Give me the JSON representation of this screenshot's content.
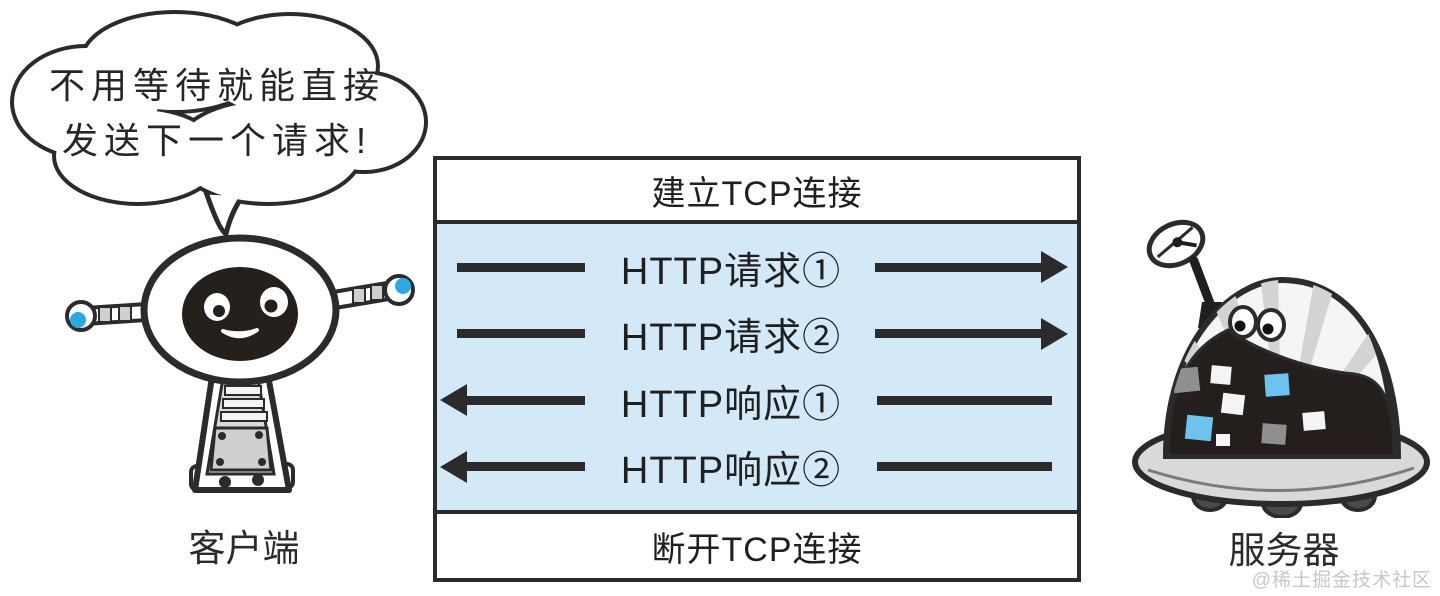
{
  "speech_bubble": {
    "line1": "不用等待就能直接",
    "line2": "发送下一个请求!"
  },
  "client": {
    "label": "客户端"
  },
  "server": {
    "label": "服务器"
  },
  "flow": {
    "establish": "建立TCP连接",
    "teardown": "断开TCP连接",
    "messages": [
      {
        "label": "HTTP请求①",
        "direction": "right",
        "from": "client",
        "to": "server"
      },
      {
        "label": "HTTP请求②",
        "direction": "right",
        "from": "client",
        "to": "server"
      },
      {
        "label": "HTTP响应①",
        "direction": "left",
        "from": "server",
        "to": "client"
      },
      {
        "label": "HTTP响应②",
        "direction": "left",
        "from": "server",
        "to": "client"
      }
    ]
  },
  "watermark": "@稀土掘金技术社区",
  "colors": {
    "pipeline_panel_blue": "#d3e9f7",
    "robot_accent_blue": "#29abe2",
    "ink": "#2b2b2b"
  }
}
